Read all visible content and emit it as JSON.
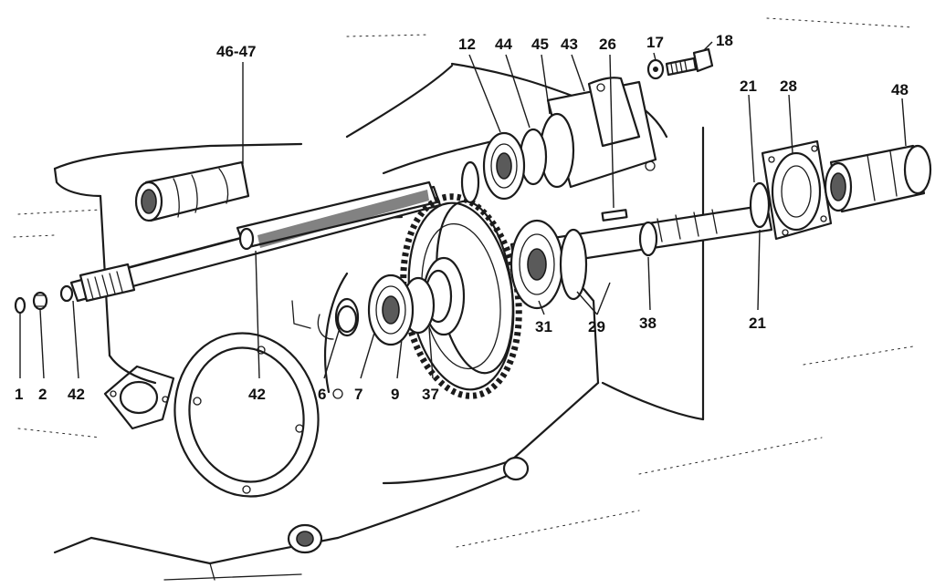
{
  "callouts": [
    {
      "id": "c1",
      "text": "1"
    },
    {
      "id": "c2",
      "text": "2"
    },
    {
      "id": "c42a",
      "text": "42"
    },
    {
      "id": "c42b",
      "text": "42"
    },
    {
      "id": "c6",
      "text": "6"
    },
    {
      "id": "c7",
      "text": "7"
    },
    {
      "id": "c9",
      "text": "9"
    },
    {
      "id": "c37",
      "text": "37"
    },
    {
      "id": "c31",
      "text": "31"
    },
    {
      "id": "c29",
      "text": "29"
    },
    {
      "id": "c38",
      "text": "38"
    },
    {
      "id": "c21b",
      "text": "21"
    },
    {
      "id": "c46",
      "text": "46-47"
    },
    {
      "id": "c12",
      "text": "12"
    },
    {
      "id": "c44",
      "text": "44"
    },
    {
      "id": "c45",
      "text": "45"
    },
    {
      "id": "c43",
      "text": "43"
    },
    {
      "id": "c26",
      "text": "26"
    },
    {
      "id": "c17",
      "text": "17"
    },
    {
      "id": "c18",
      "text": "18"
    },
    {
      "id": "c21a",
      "text": "21"
    },
    {
      "id": "c28",
      "text": "28"
    },
    {
      "id": "c48",
      "text": "48"
    }
  ]
}
